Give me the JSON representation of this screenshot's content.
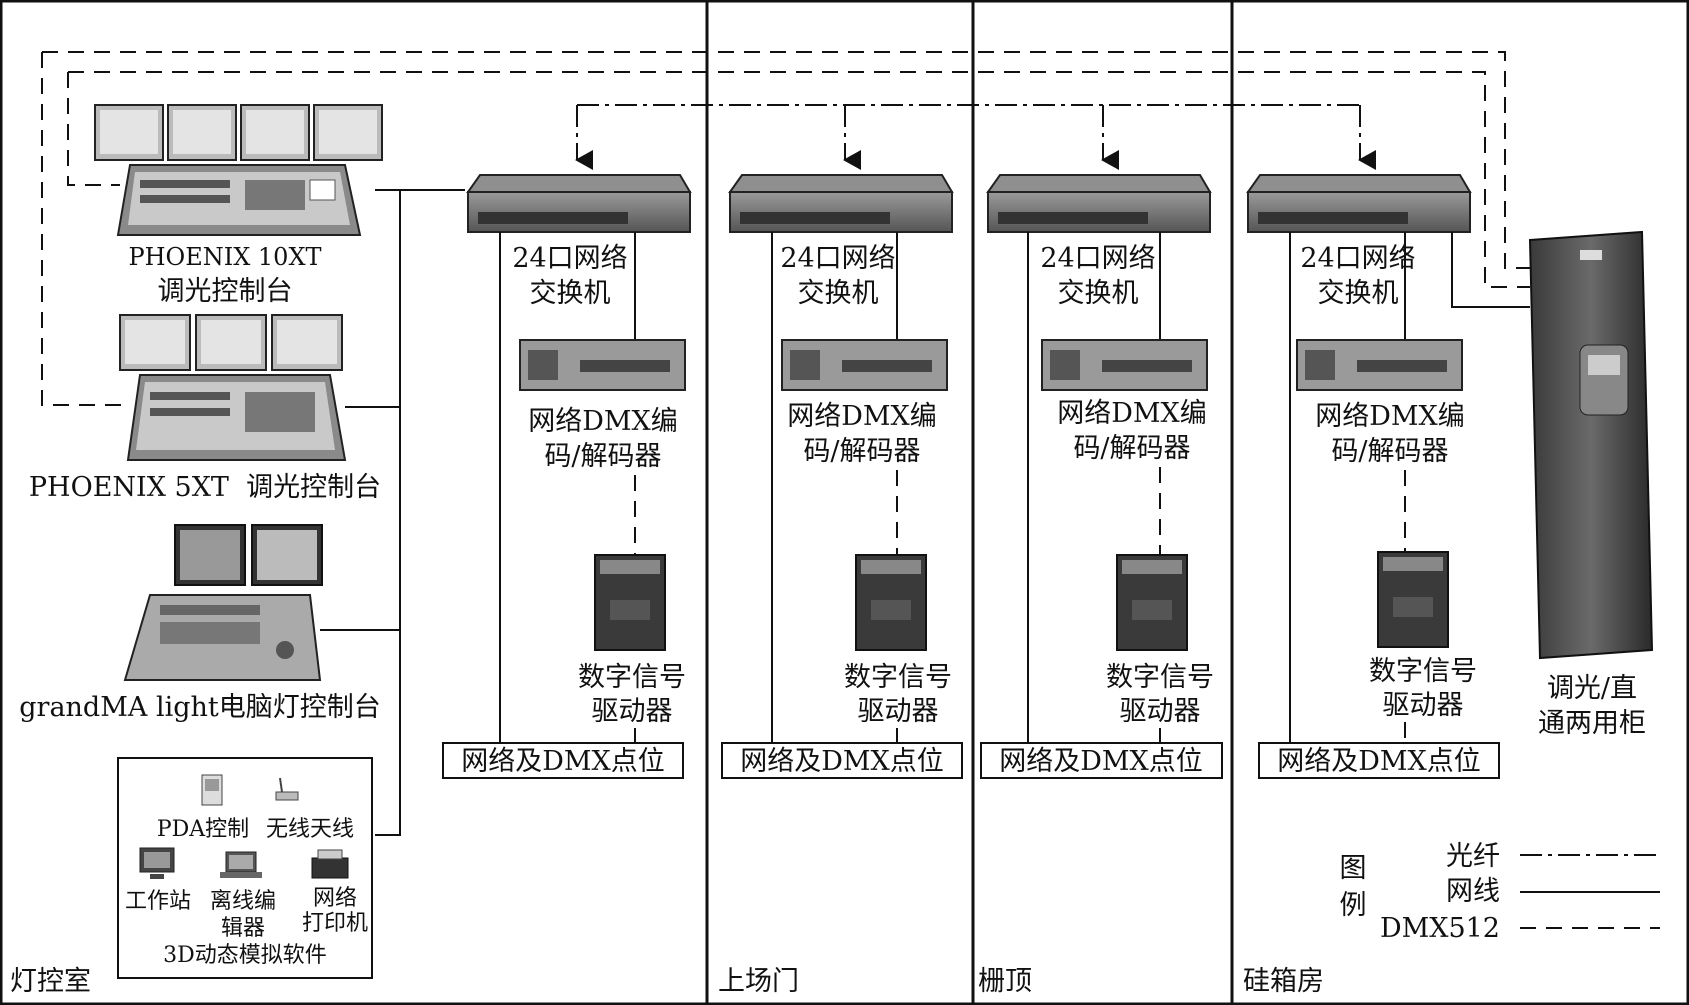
{
  "zones": [
    "灯控室",
    "上场门",
    "栅顶",
    "硅箱房"
  ],
  "consoles": {
    "phoenix10": [
      "PHOENIX 10XT",
      "调光控制台"
    ],
    "phoenix5": "PHOENIX 5XT  调光控制台",
    "grandma": "grandMA light电脑灯控制台"
  },
  "peripherals": {
    "pda": "PDA控制",
    "antenna": "无线天线",
    "workstation": "工作站",
    "offline_editor": [
      "离线编",
      "辑器"
    ],
    "printer": [
      "网络",
      "打印机"
    ],
    "sim": "3D动态模拟软件"
  },
  "switch_label": [
    "24口网络",
    "交换机"
  ],
  "encoder_label": [
    "网络DMX编",
    "码/解码器"
  ],
  "driver_label": [
    "数字信号",
    "驱动器"
  ],
  "point_label": "网络及DMX点位",
  "cabinet_label": [
    "调光/直",
    "通两用柜"
  ],
  "legend": {
    "title": [
      "图",
      "例"
    ],
    "fiber": "光纤",
    "network": "网线",
    "dmx": "DMX512"
  }
}
